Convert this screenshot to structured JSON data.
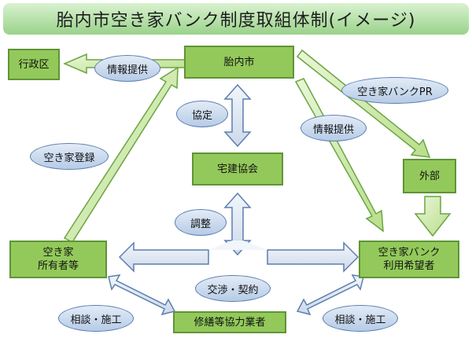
{
  "title": "胎内市空き家バンク制度取組体制(イメージ)",
  "nodes": {
    "gyoseiku": "行政区",
    "tainaishi": "胎内市",
    "takken": "宅建協会",
    "gaibu": "外部",
    "owner": "空き家\n所有者等",
    "user": "空き家バンク\n利用希望者",
    "contractor": "修繕等協力業者"
  },
  "labels": {
    "info_to_gyoseiku": "情報提供",
    "pr": "空き家バンクPR",
    "kyotei": "協定",
    "info_to_user": "情報提供",
    "registration": "空き家登録",
    "chosei": "調整",
    "kosho": "交渉・契約",
    "consult_left": "相談・施工",
    "consult_right": "相談・施工"
  },
  "colors": {
    "title_gradient": [
      "#d9f2d0",
      "#9ad28a"
    ],
    "node_fill": "#93c95a",
    "arrow_green_fill": "#c8e6a0",
    "arrow_blue_fill": "#dde6f2",
    "bubble_fill": "#c9d8ec"
  }
}
